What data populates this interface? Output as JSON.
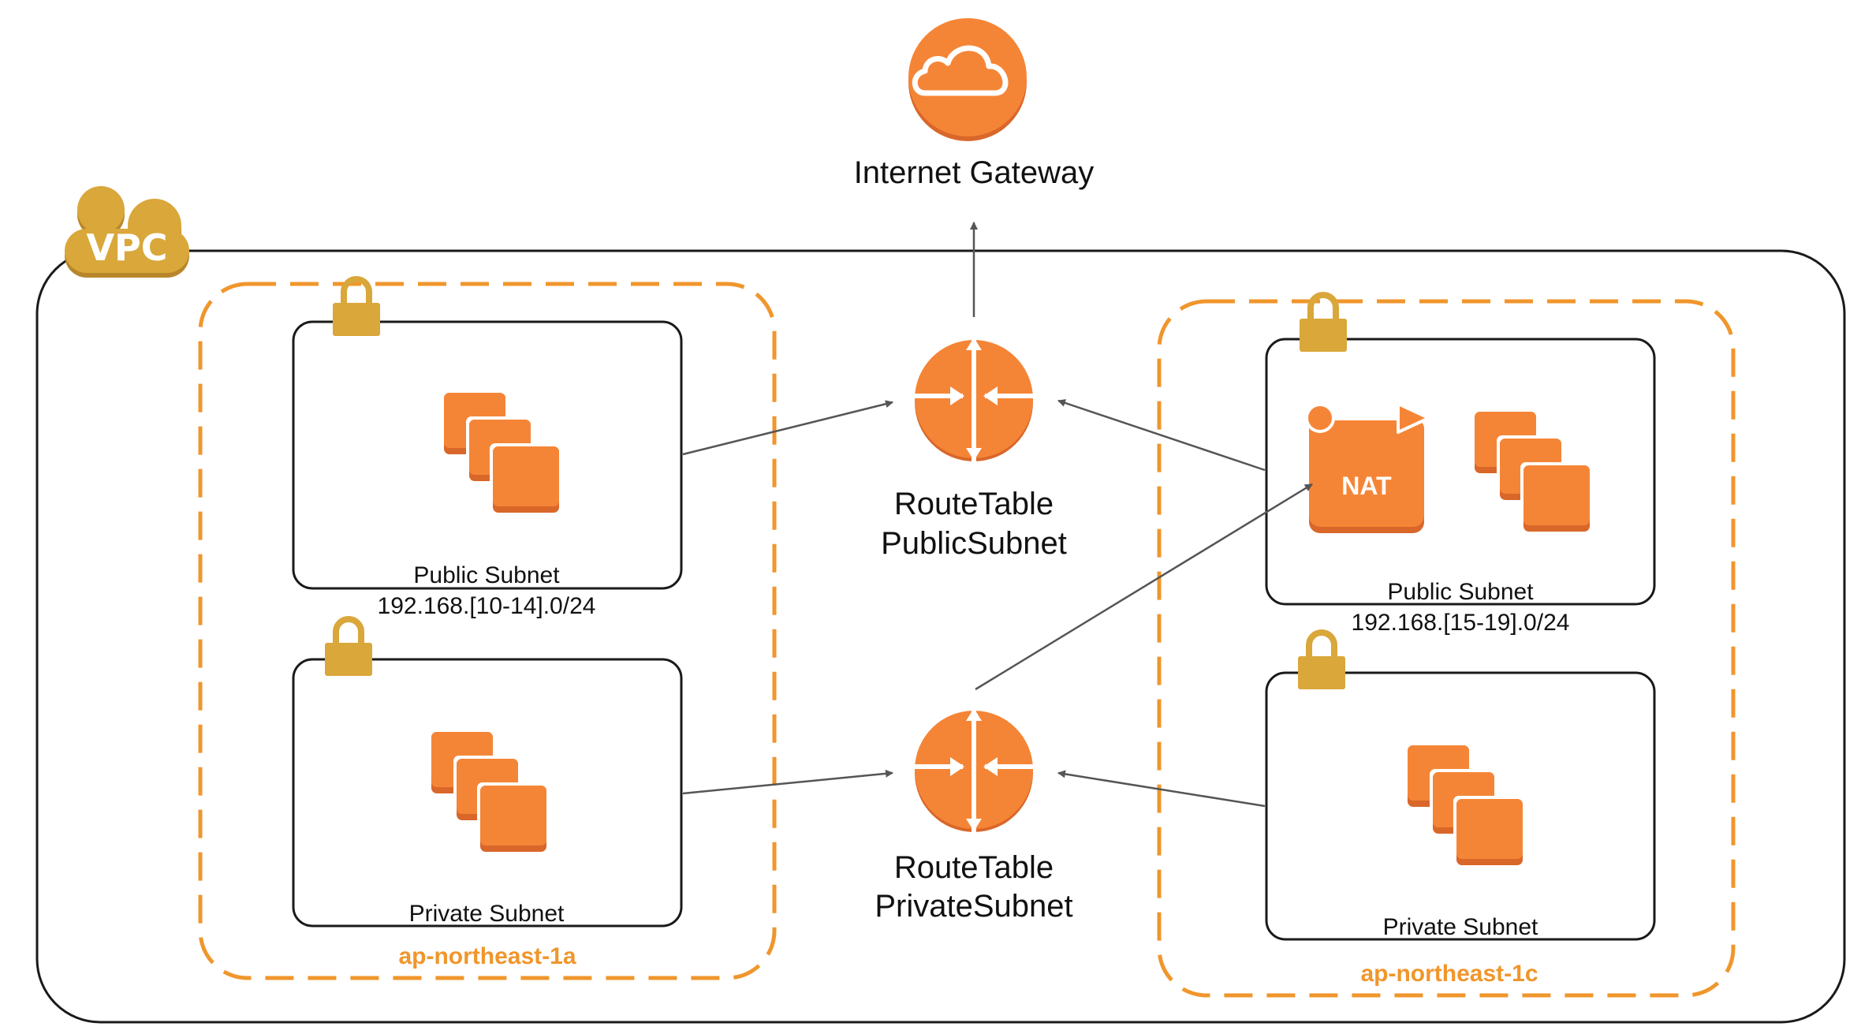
{
  "colors": {
    "aws_orange": "#F58536",
    "orange_dark": "#D9672A",
    "gold": "#D9A73A",
    "az_orange": "#F0962C",
    "line": "#555555",
    "border": "#1a1a1a"
  },
  "internet_gateway": {
    "label": "Internet Gateway",
    "icon": "cloud-icon"
  },
  "vpc": {
    "badge": "VPC"
  },
  "route_tables": {
    "public": {
      "line1": "RouteTable",
      "line2": "PublicSubnet",
      "icon": "router-icon"
    },
    "private": {
      "line1": "RouteTable",
      "line2": "PrivateSubnet",
      "icon": "router-icon"
    }
  },
  "zones": [
    {
      "name": "ap-northeast-1a",
      "public_subnet": {
        "label": "Public Subnet",
        "cidr": "192.168.[10-14].0/24"
      },
      "private_subnet": {
        "label": "Private Subnet"
      }
    },
    {
      "name": "ap-northeast-1c",
      "public_subnet": {
        "label": "Public Subnet",
        "cidr": "192.168.[15-19].0/24"
      },
      "private_subnet": {
        "label": "Private Subnet"
      },
      "nat": {
        "label": "NAT"
      }
    }
  ]
}
